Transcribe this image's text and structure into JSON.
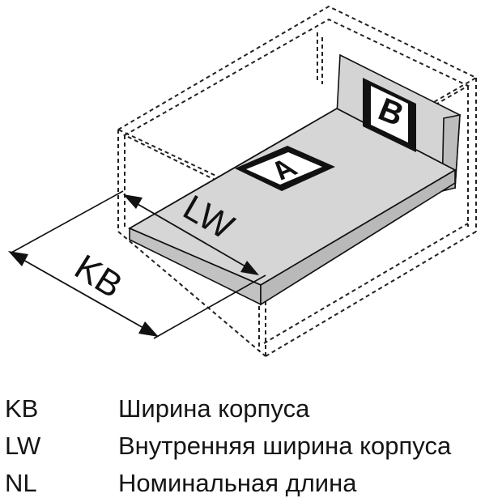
{
  "diagram": {
    "marker_a": "A",
    "marker_b": "B",
    "dimension_lw": "LW",
    "dimension_kb": "KB"
  },
  "legend": [
    {
      "code": "KB",
      "description": "Ширина корпуса"
    },
    {
      "code": "LW",
      "description": "Внутренняя ширина корпуса"
    },
    {
      "code": "NL",
      "description": "Номинальная длина"
    }
  ],
  "colors": {
    "panel_fill": "#d6d6d6",
    "panel_edge": "#b8b8b8",
    "line": "#111111"
  }
}
